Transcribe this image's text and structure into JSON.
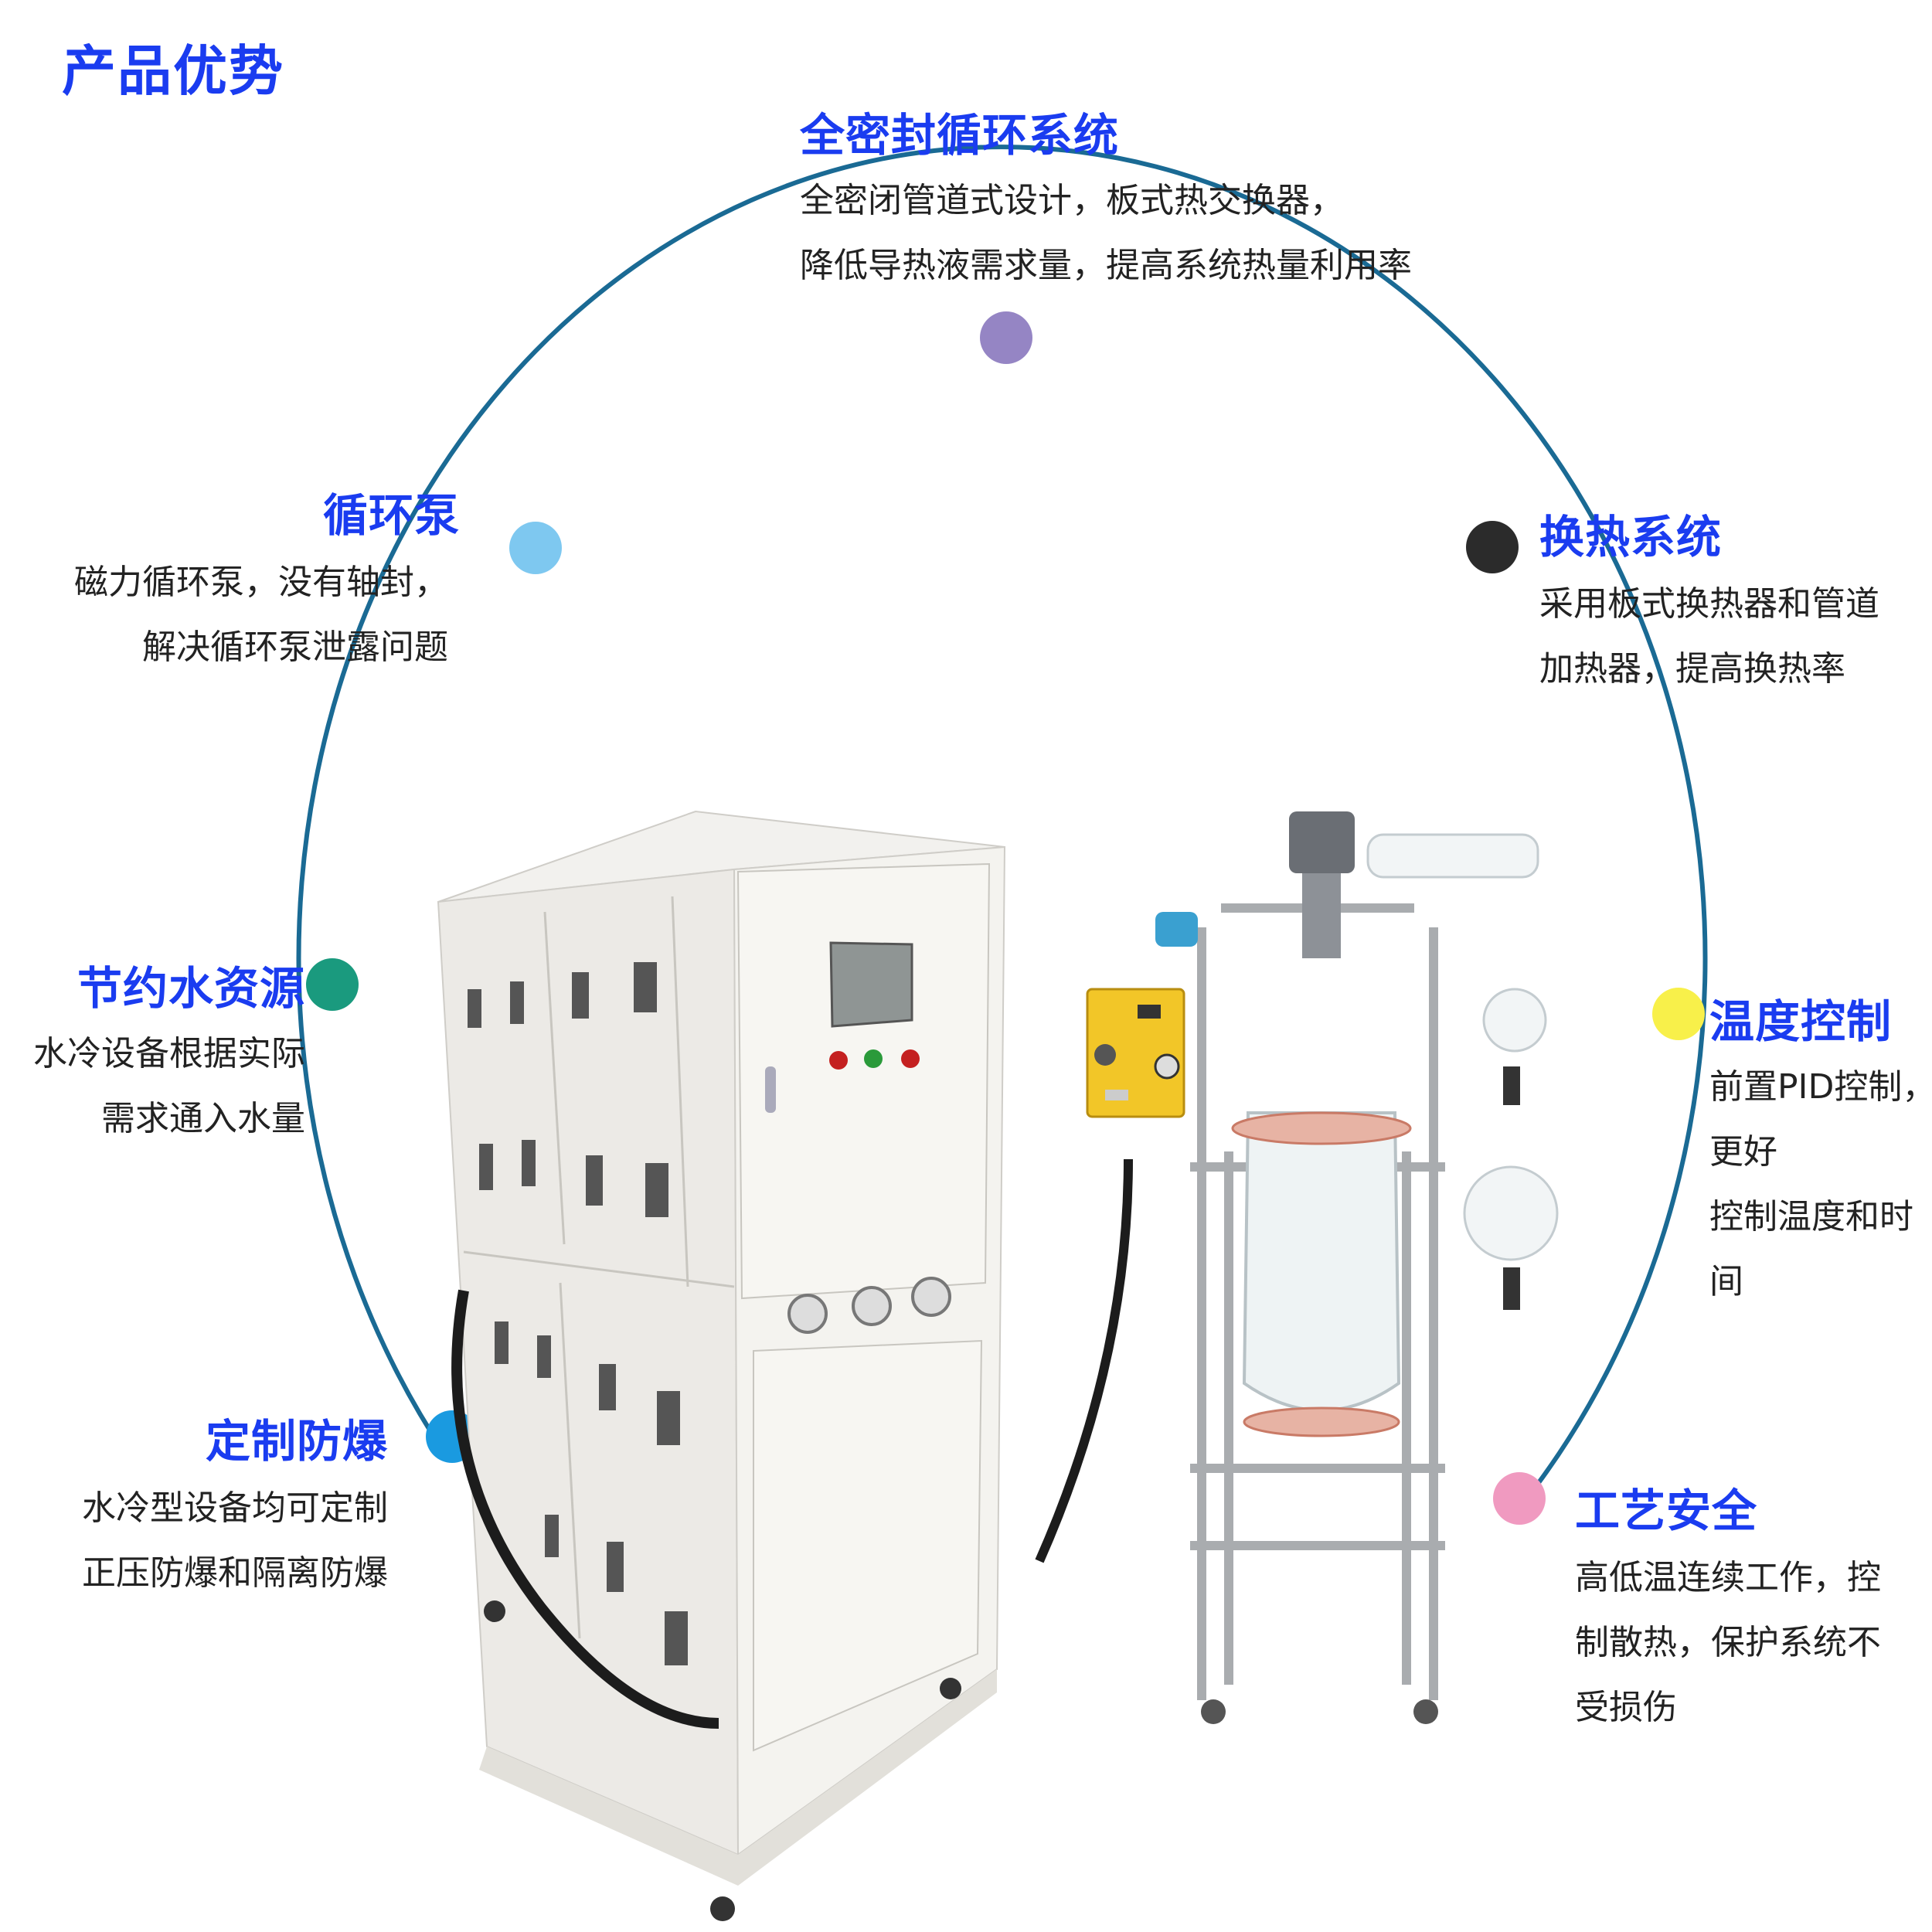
{
  "title": "产品优势",
  "arc_color": "#1a6a94",
  "features": [
    {
      "id": "sealed",
      "title": "全密封循环系统",
      "lines": [
        "全密闭管道式设计，板式热交换器，",
        "降低导热液需求量，提高系统热量利用率"
      ],
      "dot_color": "#9585c4"
    },
    {
      "id": "pump",
      "title": "循环泵",
      "lines": [
        "磁力循环泵，没有轴封，",
        "解决循环泵泄露问题"
      ],
      "dot_color": "#7ec8f0"
    },
    {
      "id": "heat-exchange",
      "title": "换热系统",
      "lines": [
        "采用板式换热器和管道",
        "加热器，提高换热率"
      ],
      "dot_color": "#2b2b2b"
    },
    {
      "id": "water-saving",
      "title": "节约水资源",
      "lines": [
        "水冷设备根据实际",
        "需求通入水量"
      ],
      "dot_color": "#1a9a7e"
    },
    {
      "id": "temperature",
      "title": "温度控制",
      "lines": [
        "前置PID控制，",
        "更好",
        "控制温度和时",
        "间"
      ],
      "dot_color": "#f8f04a"
    },
    {
      "id": "explosion-proof",
      "title": "定制防爆",
      "lines": [
        "水冷型设备均可定制",
        "正压防爆和隔离防爆"
      ],
      "dot_color": "#1a9ae0"
    },
    {
      "id": "safety",
      "title": "工艺安全",
      "lines": [
        "高低温连续工作，控",
        "制散热，保护系统不",
        "受损伤"
      ],
      "dot_color": "#f09ac0"
    }
  ]
}
